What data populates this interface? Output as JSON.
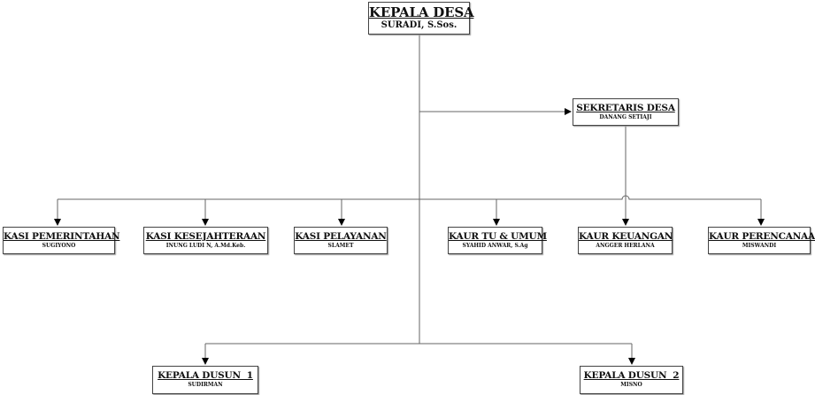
{
  "head": {
    "title": "KEPALA DESA",
    "name": "SURADI, S.Sos."
  },
  "secretary": {
    "title": "SEKRETARIS DESA",
    "name": "DANANG SETIAJI"
  },
  "kasi": [
    {
      "title": "KASI PEMERINTAHAN",
      "name": "SUGIYONO"
    },
    {
      "title": "KASI KESEJAHTERAAN",
      "name": "INUNG LUDI N,  A.Md.Keb."
    },
    {
      "title": "KASI PELAYANAN",
      "name": "SLAMET"
    }
  ],
  "kaur": [
    {
      "title": "KAUR TU & UMUM",
      "name": "SYAHID ANWAR, S.Ag"
    },
    {
      "title": "KAUR KEUANGAN",
      "name": "ANGGER HERLANA"
    },
    {
      "title": "KAUR PERENCANAAN",
      "name": "MISWANDI"
    }
  ],
  "dusun": [
    {
      "title": "KEPALA DUSUN  1",
      "name": "SUDIRMAN"
    },
    {
      "title": "KEPALA DUSUN  2",
      "name": "MISNO"
    }
  ]
}
